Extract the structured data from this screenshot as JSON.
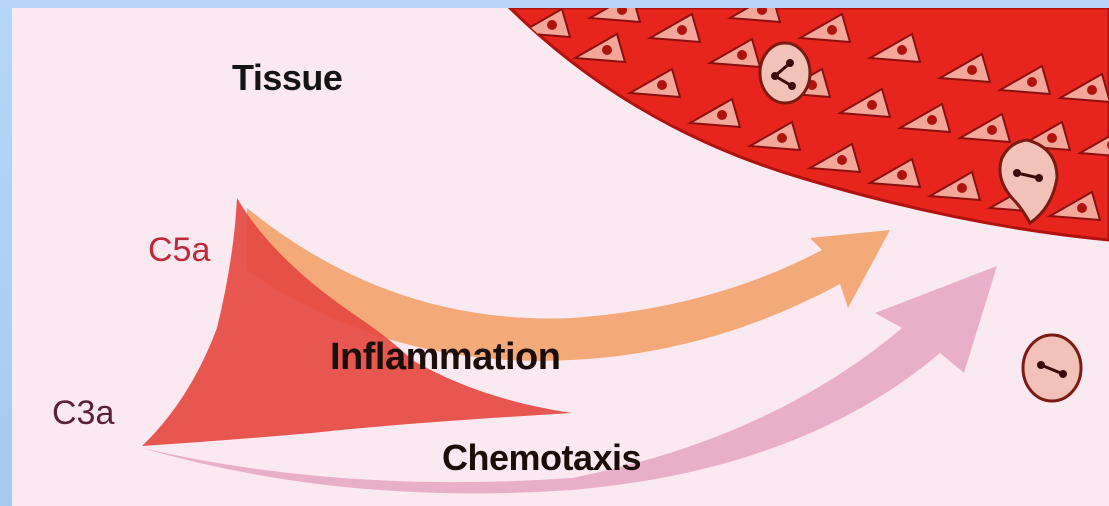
{
  "labels": {
    "tissue": "Tissue",
    "c5a": "C5a",
    "c3a": "C3a",
    "inflammation": "Inflammation",
    "chemotaxis": "Chemotaxis"
  },
  "colors": {
    "background_frame": "#a9ccf3",
    "panel": "#fbe9f1",
    "vessel": "#e8251c",
    "vessel_dark": "#b0120e",
    "endothelial_cell": "#f3a79a",
    "inflammation_arrow": "#f2a36e",
    "chemotaxis_arrow": "#e7a8c4",
    "origin_wedge": "#e5463e",
    "leukocyte": "#f2c2b8"
  },
  "icons": {
    "leukocyte_in_vessel_1": "leukocyte-icon",
    "leukocyte_in_vessel_2": "leukocyte-icon",
    "leukocyte_in_tissue": "leukocyte-icon"
  }
}
